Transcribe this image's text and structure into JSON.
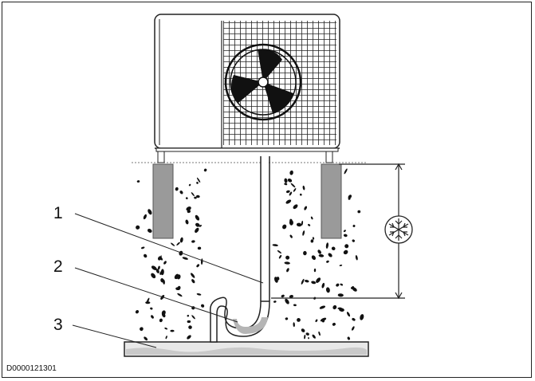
{
  "callouts": [
    {
      "number": "1"
    },
    {
      "number": "2"
    },
    {
      "number": "3"
    }
  ],
  "document_id": "D0000121301",
  "icons": {
    "frost_symbol": "snowflake-icon",
    "fan": "fan-icon"
  },
  "colors": {
    "line": "#222222",
    "ground_fill": "#d9d9d9",
    "pipe_fill": "#e8e8e8",
    "concrete_fill": "#9a9a9a",
    "water_fill": "#b5b5b5"
  }
}
